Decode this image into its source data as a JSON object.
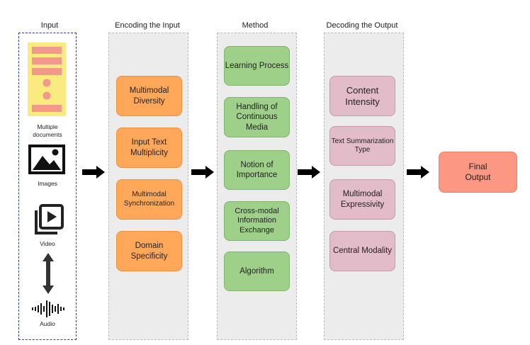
{
  "columns": {
    "input": "Input",
    "encoding": "Encoding the Input",
    "method": "Method",
    "decoding": "Decoding the Output"
  },
  "input_items": {
    "documents": "Multiple documents",
    "images": "Images",
    "video": "Video",
    "audio": "Audio"
  },
  "encoding_boxes": [
    "Multimodal Diversity",
    "Input Text Multiplicity",
    "Multimodal Synchronization",
    "Domain Specificity"
  ],
  "method_boxes": [
    "Learning Process",
    "Handling of Continuous Media",
    "Notion of Importance",
    "Cross-modal Information Exchange",
    "Algorithm"
  ],
  "decoding_boxes": [
    "Content Intensity",
    "Text Summarization Type",
    "Multimodal Expressivity",
    "Central Modality"
  ],
  "final_output": "Final Output",
  "colors": {
    "encoding": "#ffa85a",
    "method": "#9fd08a",
    "decoding": "#e2bcc8",
    "final": "#fb9782",
    "input_border": "#2e3f86",
    "panel": "#ececec"
  }
}
